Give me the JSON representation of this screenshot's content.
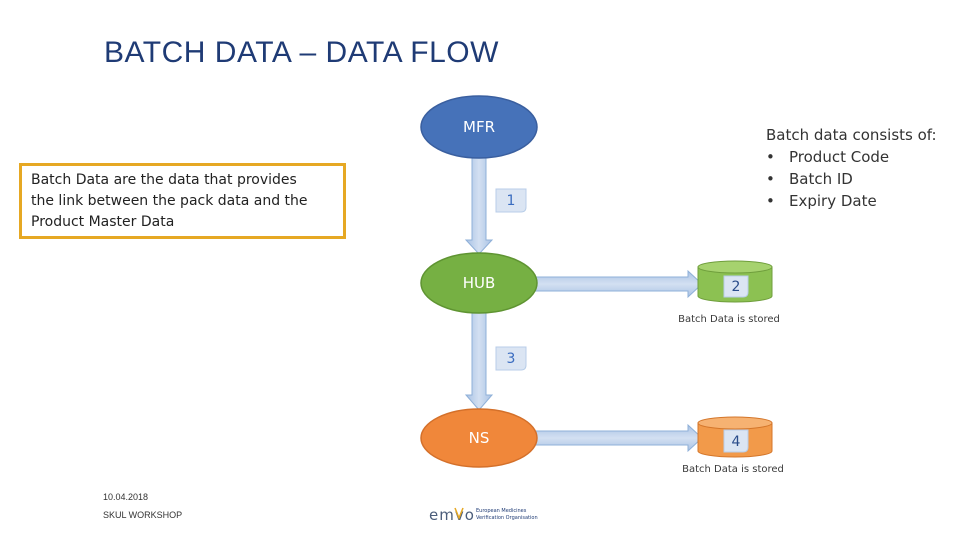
{
  "title": "BATCH DATA – DATA FLOW",
  "description": {
    "lines": [
      "Batch Data are the data that provides",
      "the link between the pack data and the",
      "Product Master Data"
    ]
  },
  "nodes": {
    "mfr": {
      "label": "MFR",
      "color": "#4672b9"
    },
    "hub": {
      "label": "HUB",
      "color": "#76b043"
    },
    "ns": {
      "label": "NS",
      "color": "#f0873a"
    }
  },
  "steps": [
    "1",
    "2",
    "3",
    "4"
  ],
  "databases": {
    "hub_store": {
      "number": "2",
      "caption": "Batch Data is stored",
      "color": "#8cc152"
    },
    "ns_store": {
      "number": "4",
      "caption": "Batch Data is stored",
      "color": "#f29a4a"
    }
  },
  "consists": {
    "header": "Batch data consists of:",
    "items": [
      "Product Code",
      "Batch ID",
      "Expiry Date"
    ],
    "bullet": "•"
  },
  "footer": {
    "date": "10.04.2018",
    "event": "SKUL WORKSHOP"
  },
  "logo": {
    "name": "emvo-logo",
    "text_line1": "European Medicines",
    "text_line2": "Verification Organisation"
  },
  "colors": {
    "arrow": "#b8cde8",
    "arrow_stroke": "#8fb0d8",
    "box_border": "#e6a823",
    "title": "#1f3b75"
  }
}
